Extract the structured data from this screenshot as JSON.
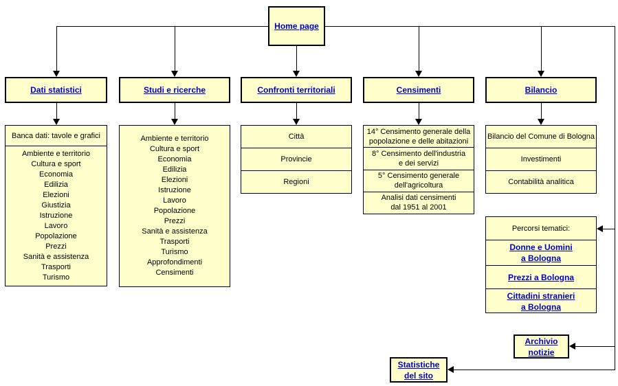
{
  "colors": {
    "box_fill": "#FFFFCC",
    "link": "#0000CC",
    "line": "#000000"
  },
  "home": {
    "label": "Home page"
  },
  "col1": {
    "header": "Dati statistici",
    "panel_title": "Banca dati: tavole e grafici",
    "items": [
      "Ambiente e territorio",
      "Cultura e sport",
      "Economia",
      "Edilizia",
      "Elezioni",
      "Giustizia",
      "Istruzione",
      "Lavoro",
      "Popolazione",
      "Prezzi",
      "Sanità e assistenza",
      "Trasporti",
      "Turismo"
    ]
  },
  "col2": {
    "header": "Studi e ricerche",
    "items": [
      "Ambiente e territorio",
      "Cultura e sport",
      "Economia",
      "Edilizia",
      "Elezioni",
      "Istruzione",
      "Lavoro",
      "Popolazione",
      "Prezzi",
      "Sanità e assistenza",
      "Trasporti",
      "Turismo",
      "Approfondimenti",
      "Censimenti"
    ]
  },
  "col3": {
    "header": "Confronti territoriali",
    "cells": [
      "Città",
      "Provincie",
      "Regioni"
    ]
  },
  "col4": {
    "header": "Censimenti",
    "cells": [
      [
        "14° Censimento generale della",
        "popolazione e delle abitazioni"
      ],
      [
        "8° Censimento dell'industria",
        "e dei servizi"
      ],
      [
        "5° Censimento generale",
        "dell'agricoltura"
      ],
      [
        "Analisi dati censimenti",
        "dal 1951 al 2001"
      ]
    ]
  },
  "col5": {
    "header": "Bilancio",
    "cells": [
      "Bilancio del Comune di Bologna",
      "Investimenti",
      "Contabilità analitica"
    ]
  },
  "percorsi": {
    "title": "Percorsi tematici:",
    "links": [
      [
        "Donne e Uomini",
        "a Bologna"
      ],
      [
        "Prezzi a Bologna"
      ],
      [
        "Cittadini stranieri",
        "a Bologna"
      ]
    ]
  },
  "archivio": {
    "lines": [
      "Archivio",
      "notizie"
    ]
  },
  "statistiche": {
    "lines": [
      "Statistiche",
      "del sito"
    ]
  }
}
